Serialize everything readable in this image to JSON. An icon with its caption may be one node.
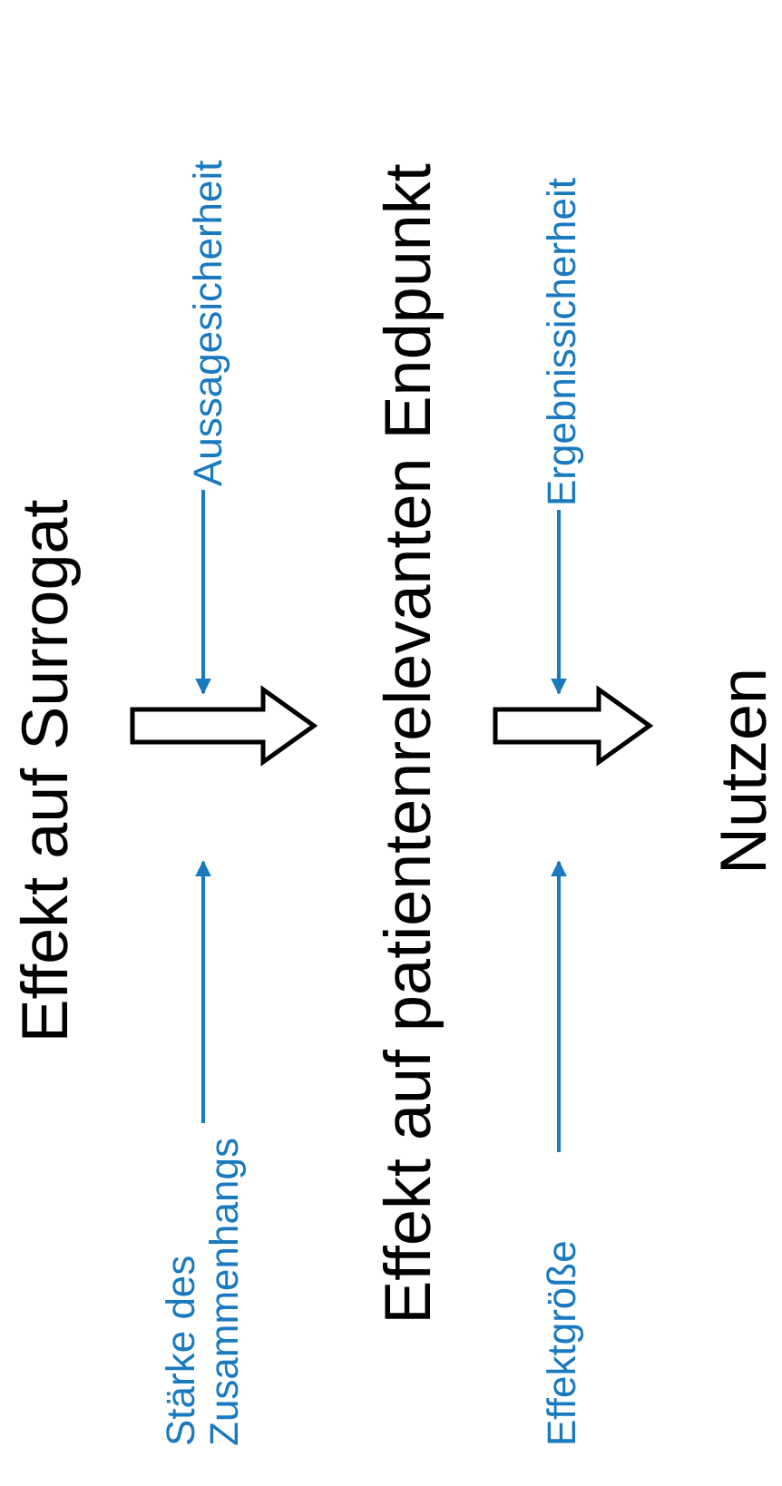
{
  "diagram": {
    "nodes": [
      {
        "text": [
          "Effekt auf Surrogat"
        ]
      },
      {
        "text": [
          "Effekt auf patientenrelevanten Endpunkt"
        ]
      },
      {
        "text": [
          "Nutzen"
        ]
      },
      {
        "text": [
          "Aussagesicherheit"
        ]
      },
      {
        "text": [
          "Stärke des Zusammenhangs"
        ]
      },
      {
        "text": [
          "Ergebnissicherheit"
        ]
      },
      {
        "text": [
          "Effektgröße"
        ]
      }
    ],
    "edges": [
      {
        "from": 0,
        "to": 1,
        "arrow": "to",
        "style": "thick",
        "color": "#000000"
      },
      {
        "from": 1,
        "to": 2,
        "arrow": "to",
        "style": "thick",
        "color": "#000000"
      },
      {
        "from": 3,
        "to": null,
        "arrow": "to",
        "color": "#1a7abf"
      },
      {
        "from": 4,
        "to": null,
        "arrow": "to",
        "color": "#1a7abf"
      },
      {
        "from": 5,
        "to": null,
        "arrow": "to",
        "color": "#1a7abf"
      },
      {
        "from": 6,
        "to": null,
        "arrow": "to",
        "color": "#1a7abf"
      }
    ]
  }
}
